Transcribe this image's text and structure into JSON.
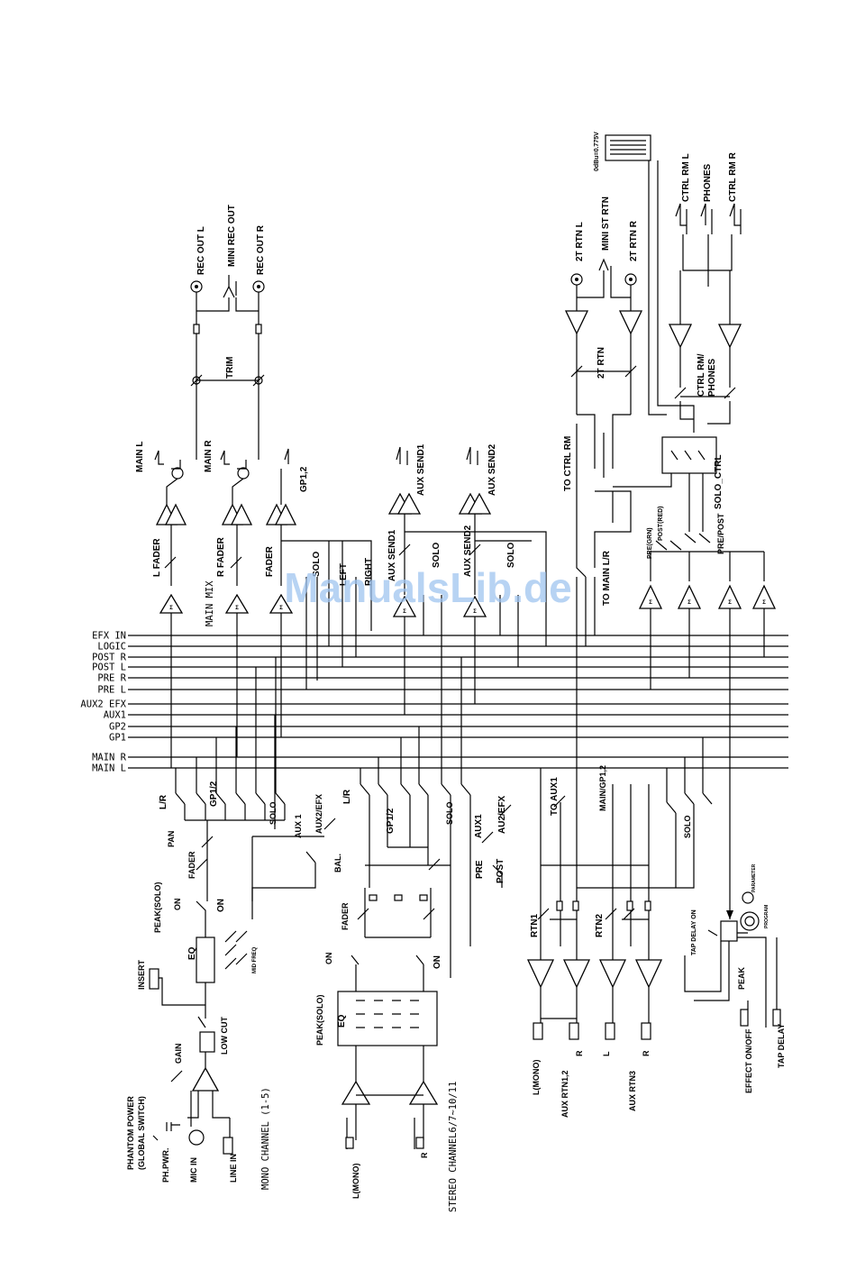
{
  "watermark": "ManualsLib.de",
  "buses": [
    "EFX IN",
    "LOGIC",
    "POST R",
    "POST L",
    "PRE R",
    "PRE L",
    "AUX2 EFX",
    "AUX1",
    "GP2",
    "GP1",
    "MAIN R",
    "MAIN L"
  ],
  "labels": {
    "rec_out_l": "REC OUT L",
    "mini_rec_out": "MINI REC OUT",
    "rec_out_r": "REC OUT R",
    "trim": "TRIM",
    "main_l": "MAIN L",
    "main_r": "MAIN R",
    "gp12": "GP1,2",
    "l_fader": "L FADER",
    "main_mix": "MAIN MIX",
    "r_fader": "R FADER",
    "fader_top": "FADER",
    "solo_top": "SOLO",
    "left_top": "LEFT",
    "right_top": "RIGHT",
    "aux_send1_out": "AUX SEND1",
    "aux_send2_out": "AUX SEND2",
    "aux_send1_fader": "AUX SEND1",
    "aux_send2_fader": "AUX SEND2",
    "solo_aux1": "SOLO",
    "solo_aux2": "SOLO",
    "to_ctrl_rm": "TO CTRL RM",
    "to_main_lr": "TO MAIN L/R",
    "rtn2t_l": "2T RTN L",
    "mini_st_rtn": "MINI ST RTN",
    "rtn2t_r": "2T RTN R",
    "rtn2t": "2T RTN",
    "meter_ref": "0dBu=0.775V",
    "ctrl_rm_l": "CTRL RM L",
    "phones": "PHONES",
    "ctrl_rm_r": "CTRL RM R",
    "ctrl_rm_phones": "CTRL RM/",
    "phones2": "PHONES",
    "solo_ctrl": "SOLO_CTRL",
    "pre_post": "PRE/POST",
    "pre_grn": "PRE(GRN)",
    "post_red": "POST(RED)",
    "ph_power": "PHANTOM POWER",
    "global_switch": "(GLOBAL SWITCH)",
    "ph_pwr": "PH.PWR.",
    "mic_in": "MIC IN",
    "line_in": "LINE IN",
    "mono_channel": "MONO CHANNEL (1-5)",
    "gain": "GAIN",
    "low_cut": "LOW CUT",
    "insert": "INSERT",
    "peak_solo_mono": "PEAK(SOLO)",
    "on_mono": "ON",
    "on_mono2": "ON",
    "eq_mono": "EQ",
    "mid_freq": "MID FREQ",
    "fader_mono": "FADER",
    "pan": "PAN",
    "lr_mono": "L/R",
    "gp12_mono": "GP1/2",
    "solo_mono": "SOLO",
    "aux1_mono": "AUX 1",
    "aux2efx_mono": "AUX2/EFX",
    "stereo_channel": "STEREO CHANNEL6/7~10/11",
    "l_mono_st": "L(MONO)",
    "r_st": "R",
    "peak_solo_st": "PEAK(SOLO)",
    "on_st": "ON",
    "on_st2": "ON",
    "eq_st": "EQ",
    "fader_st": "FADER",
    "bal": "BAL.",
    "lr_st": "L/R",
    "gp12_st": "GP1/2",
    "solo_st": "SOLO",
    "aux1_st": "AUX1",
    "au2efx_st": "AU2/EFX",
    "pre_st": "PRE",
    "post_st": "POST",
    "to_aux1": "TO AUX1",
    "main_gp12": "MAIN/GP1,2",
    "solo_rtn": "SOLO",
    "rtn1": "RTN1",
    "rtn2": "RTN2",
    "l_mono_rtn": "L(MONO)",
    "aux_rtn12": "AUX RTN1,2",
    "r_rtn": "R",
    "l_rtn": "L",
    "r_rtn2": "R",
    "aux_rtn3": "AUX RTN3",
    "tap_delay_on": "TAP DELAY ON",
    "parameter": "PARAMETER",
    "program": "PROGRAM",
    "peak_efx": "PEAK",
    "effect_onoff": "EFFECT ON/OFF",
    "tap_delay": "TAP DELAY"
  }
}
